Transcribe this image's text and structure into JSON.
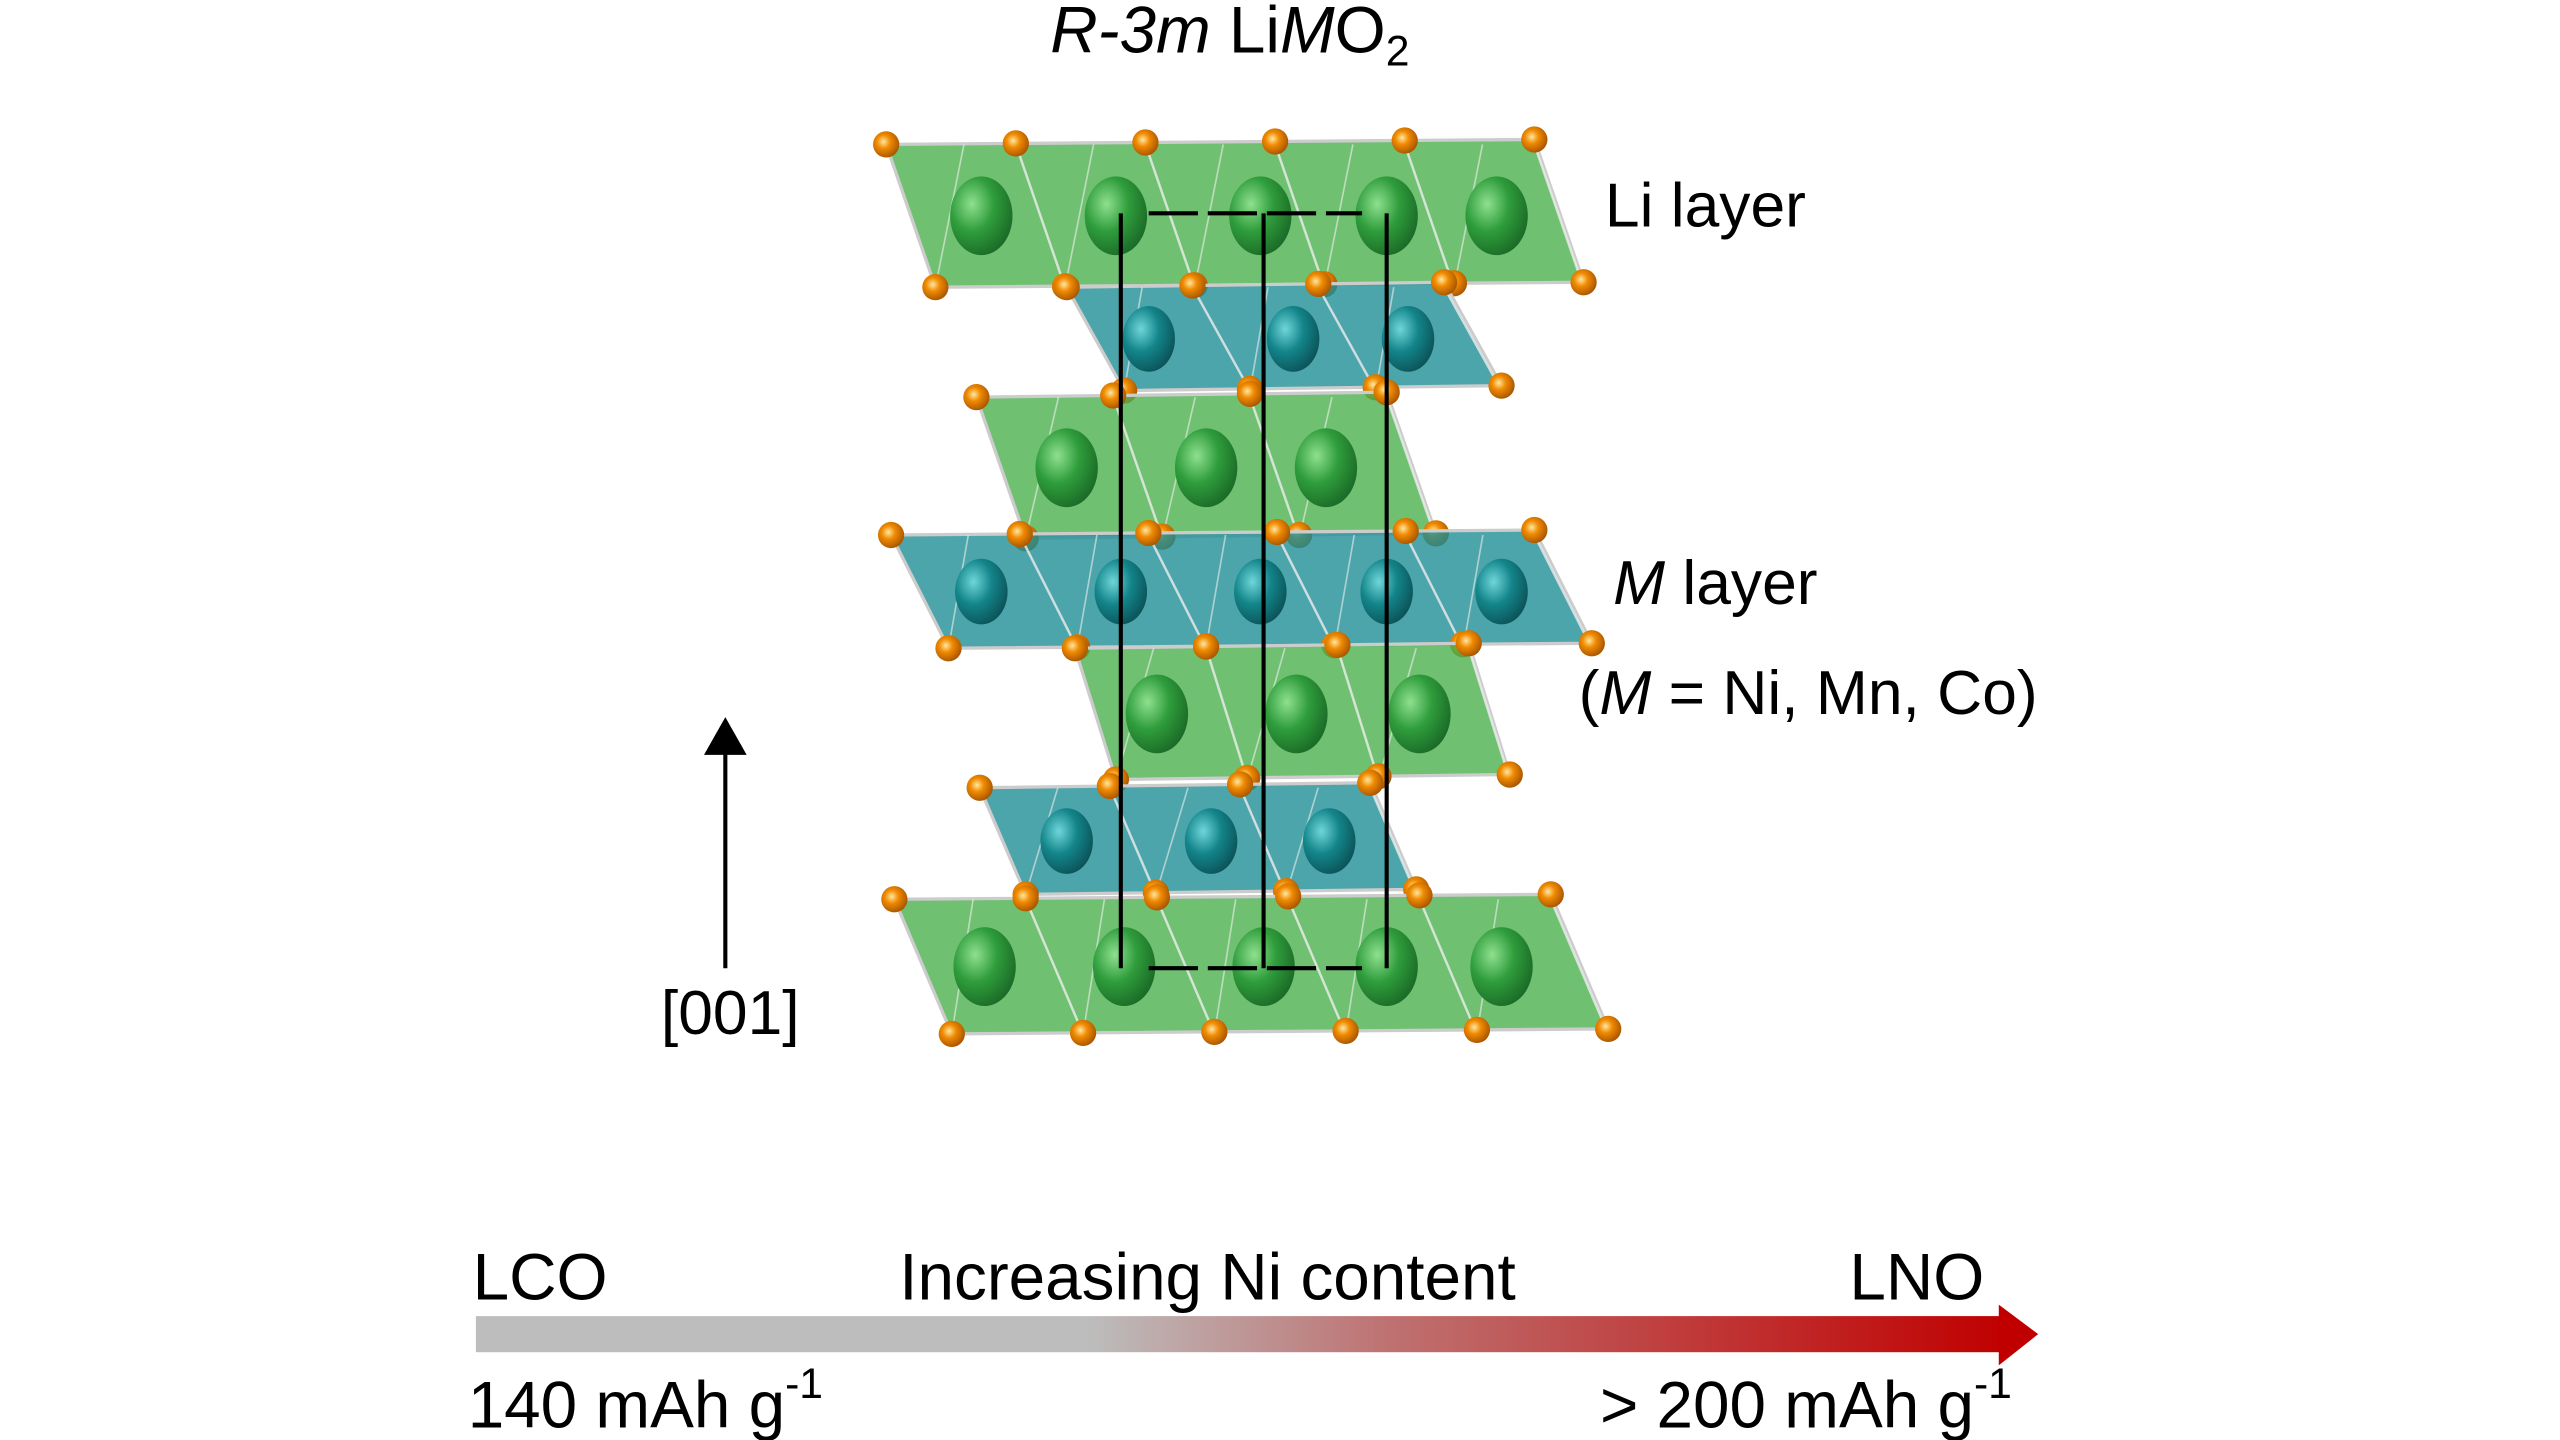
{
  "title": {
    "space_group": "R-3m",
    "li": " Li",
    "m": "M",
    "o": "O",
    "sub": "2"
  },
  "labels": {
    "li_layer": "Li layer",
    "m_layer_m": "M",
    "m_layer_text": " layer",
    "m_def_open": "(",
    "m_def_m": "M",
    "m_def_rest": " = Ni, Mn, Co)",
    "direction": "[001]"
  },
  "bar": {
    "left": "LCO",
    "center": "Increasing Ni content",
    "right": "LNO",
    "left_capacity": "140 mAh g",
    "left_capacity_sup": "-1",
    "right_capacity": "> 200 mAh g",
    "right_capacity_sup": "-1"
  },
  "colors": {
    "li_layer": "#4cb04f",
    "m_layer": "#1f8f95",
    "oxygen": "#e07d00",
    "bar_start": "#bdbdbd",
    "bar_end": "#c00000"
  }
}
